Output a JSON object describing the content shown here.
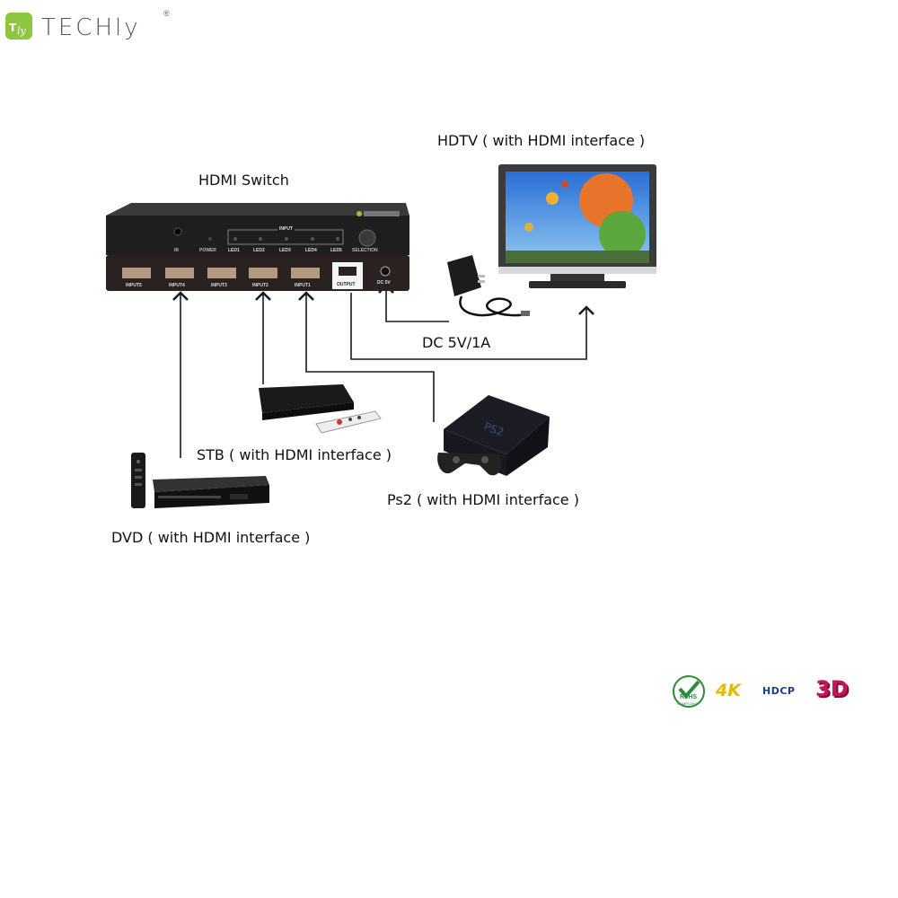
{
  "brand": {
    "logo_text": "TECHly",
    "registered_mark": "®",
    "accent": "#8dc63f"
  },
  "labels": {
    "switch": "HDMI Switch",
    "hdtv": "HDTV ( with HDMI interface )",
    "dc": "DC  5V/1A",
    "stb": "STB ( with HDMI interface )",
    "ps2": "Ps2 ( with HDMI interface )",
    "dvd": "DVD ( with HDMI interface )"
  },
  "switch_panel": {
    "front": {
      "ir": "IR",
      "power": "POWER",
      "input": "INPUT",
      "leds": [
        "LED1",
        "LED2",
        "LED3",
        "LED4",
        "LED5"
      ],
      "selection": "SELECTION"
    },
    "rear": {
      "ports": [
        "INPUT5",
        "INPUT4",
        "INPUT3",
        "INPUT2",
        "INPUT1"
      ],
      "output": "OUTPUT",
      "dc": "DC 5V"
    }
  },
  "badges": {
    "rohs": "RoHS",
    "rohs_sub": "COMPLIANT",
    "k4": "4K",
    "hdcp": "HDCP",
    "d3": "3D"
  },
  "colors": {
    "wire": "#1a1a1a",
    "device": "#1c1c1c",
    "k4": "#e8b800",
    "hdcp": "#1b3c8c",
    "d3": "#c2185b",
    "rohs": "#2e8b3a"
  }
}
